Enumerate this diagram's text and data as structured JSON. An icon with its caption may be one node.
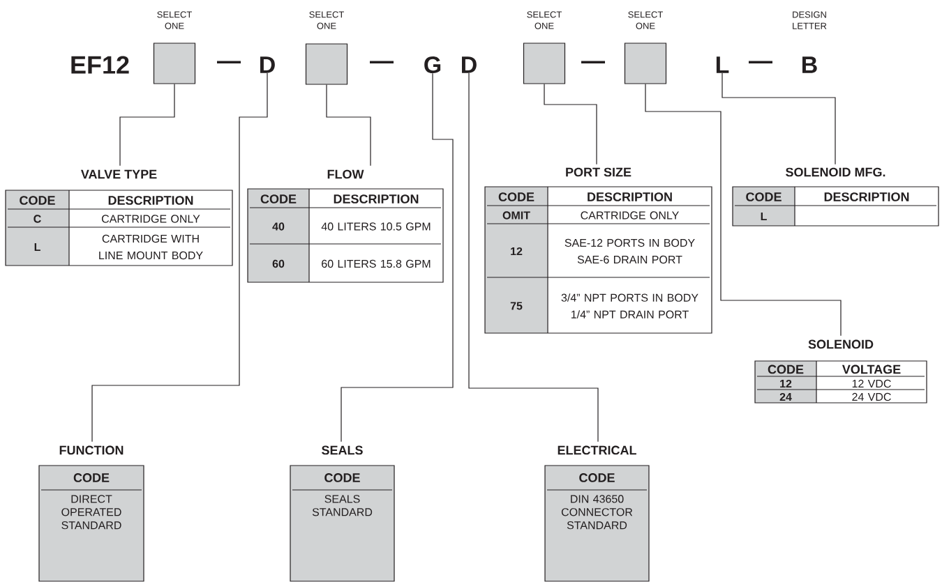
{
  "diagram": {
    "nodes": [
      {
        "text": [],
        "shape": "box",
        "beside": [
          "SELECT ONE"
        ]
      },
      {
        "text": [
          "D"
        ]
      },
      {
        "text": [],
        "shape": "box",
        "beside": [
          "SELECT ONE"
        ]
      },
      {
        "text": [
          "G"
        ]
      },
      {
        "text": [
          "D"
        ]
      },
      {
        "text": [],
        "shape": "box",
        "beside": [
          "SELECT ONE"
        ]
      },
      {
        "text": [],
        "shape": "box",
        "beside": [
          "SELECT ONE"
        ]
      },
      {
        "text": [
          "L"
        ]
      },
      {
        "text": [
          "VALVE TYPE",
          "CODE",
          "DESCRIPTION",
          "C",
          "CARTRIDGE ONLY",
          "L",
          "CARTRIDGE WITH LINE MOUNT BODY"
        ]
      },
      {
        "text": [
          "FLOW",
          "CODE",
          "DESCRIPTION",
          "40",
          "40 LITERS 10.5 GPM",
          "60",
          "60 LITERS 15.8 GPM"
        ]
      },
      {
        "text": [
          "PORT SIZE",
          "CODE",
          "DESCRIPTION",
          "OMIT",
          "CARTRIDGE ONLY",
          "12",
          "SAE-12 PORTS IN BODY SAE-6 DRAIN PORT",
          "75",
          "3/4” NPT PORTS IN BODY 1/4” NPT DRAIN PORT"
        ]
      },
      {
        "text": [
          "SOLENOID MFG.",
          "CODE",
          "DESCRIPTION",
          "L"
        ]
      },
      {
        "text": [
          "SOLENOID",
          "CODE",
          "VOLTAGE",
          "12",
          "12 VDC",
          "24",
          "24 VDC"
        ]
      },
      {
        "text": [
          "FUNCTION",
          "CODE",
          "DIRECT OPERATED STANDARD"
        ]
      },
      {
        "text": [
          "SEALS",
          "CODE",
          "SEALS STANDARD"
        ]
      },
      {
        "text": [
          "ELECTRICAL",
          "CODE",
          "DIN 43650 CONNECTOR STANDARD"
        ]
      }
    ],
    "edges": [
      {
        "from": 0,
        "to": 8,
        "arrow": "none"
      },
      {
        "from": 1,
        "to": 13,
        "arrow": "none"
      },
      {
        "from": 2,
        "to": 9,
        "arrow": "none"
      },
      {
        "from": 3,
        "to": 14,
        "arrow": "none"
      },
      {
        "from": 4,
        "to": 15,
        "arrow": "none"
      },
      {
        "from": 5,
        "to": 10,
        "arrow": "none"
      },
      {
        "from": 6,
        "to": 12,
        "arrow": "none"
      },
      {
        "from": 7,
        "to": 11,
        "arrow": "none"
      }
    ],
    "labels": [
      "DESIGN LETTER",
      "EF12",
      "—",
      "—",
      "—",
      "—",
      "B"
    ]
  }
}
